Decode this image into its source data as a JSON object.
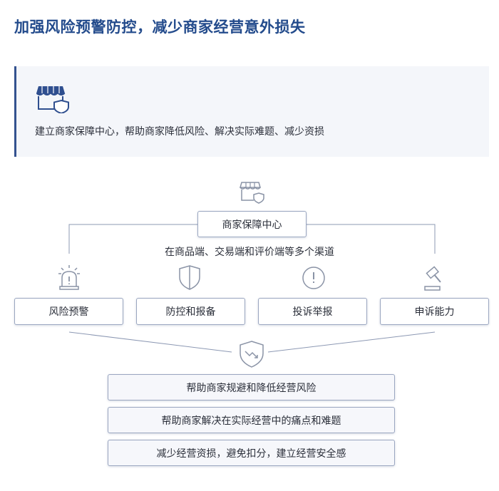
{
  "title": "加强风险预警防控，减少商家经营意外损失",
  "intro": {
    "icon": "store-shield-icon",
    "text": "建立商家保障中心，帮助商家降低风险、解决实际难题、减少资损"
  },
  "hub": {
    "icon": "store-shield-icon",
    "label": "商家保障中心",
    "channels": "在商品端、交易端和评价端等多个渠道"
  },
  "features": [
    {
      "label": "风险预警",
      "icon": "alarm-light-icon"
    },
    {
      "label": "防控和报备",
      "icon": "shield-icon"
    },
    {
      "label": "投诉举报",
      "icon": "alert-circle-icon"
    },
    {
      "label": "申诉能力",
      "icon": "gavel-icon"
    }
  ],
  "outcome_icon": "shield-trend-down-icon",
  "outcomes": [
    "帮助商家规避和降低经营风险",
    "帮助商家解决在实际经营中的痛点和难题",
    "减少经营资损，避免扣分，建立经营安全感"
  ],
  "colors": {
    "accent": "#234b8c",
    "border": "#9aa6c0",
    "line": "#8c98b3",
    "icon": "#8a93a6"
  }
}
